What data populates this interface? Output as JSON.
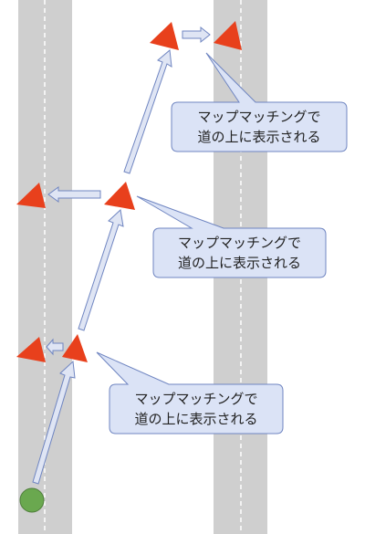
{
  "colors": {
    "road": "#cfcfcf",
    "lane_divider": "#ffffff",
    "raw_marker": "#e8401c",
    "matched_marker": "#e8401c",
    "arrow_fill": "#dfe5f4",
    "arrow_stroke": "#6f85c1",
    "callout_fill": "#dbe3f6",
    "callout_stroke": "#6f85c1",
    "start_point": "#6aa84f"
  },
  "callouts": [
    {
      "line1": "マップマッチングで",
      "line2": "道の上に表示される"
    },
    {
      "line1": "マップマッチングで",
      "line2": "道の上に表示される"
    },
    {
      "line1": "マップマッチングで",
      "line2": "道の上に表示される"
    }
  ]
}
